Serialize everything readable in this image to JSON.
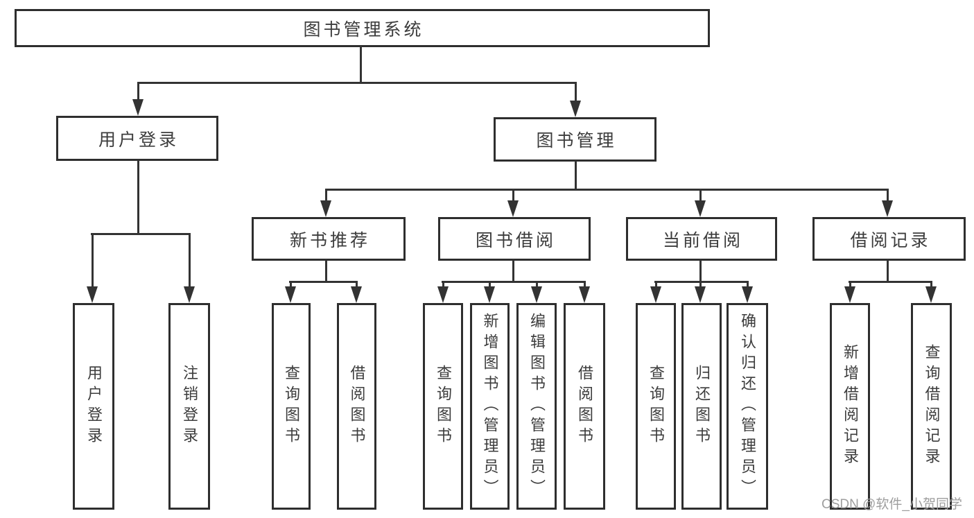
{
  "nodes": {
    "root": {
      "label": "图书管理系统"
    },
    "level2": {
      "user_login": {
        "label": "用户登录"
      },
      "book_management": {
        "label": "图书管理"
      }
    },
    "level3": {
      "new_book_recommend": {
        "label": "新书推荐"
      },
      "book_borrowing": {
        "label": "图书借阅"
      },
      "current_borrowing": {
        "label": "当前借阅"
      },
      "borrowing_records": {
        "label": "借阅记录"
      }
    },
    "leaves": {
      "user_login": [
        "用户登录",
        "注销登录"
      ],
      "new_book_recommend": [
        "查询图书",
        "借阅图书"
      ],
      "book_borrowing": [
        "查询图书",
        "新增图书（管理员）",
        "编辑图书（管理员）",
        "借阅图书"
      ],
      "current_borrowing": [
        "查询图书",
        "归还图书",
        "确认归还（管理员）"
      ],
      "borrowing_records": [
        "新增借阅记录",
        "查询借阅记录"
      ]
    }
  },
  "watermark": {
    "text": "CSDN @软件_小贺同学"
  },
  "colors": {
    "line": "#333333",
    "border": "#2e2e2e",
    "text": "#3c3c3c",
    "background": "#ffffff",
    "watermark": "#9e9e9e"
  }
}
